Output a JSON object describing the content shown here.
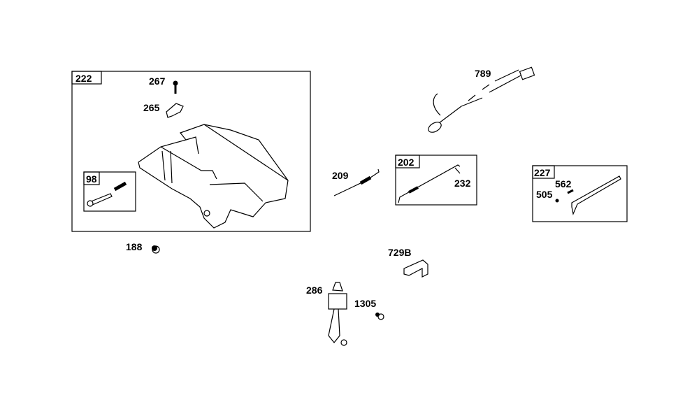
{
  "diagram": {
    "groups": [
      {
        "id": "222",
        "label": "222",
        "parts": [
          "267",
          "265"
        ]
      },
      {
        "id": "98",
        "label": "98"
      },
      {
        "id": "202",
        "label": "202",
        "parts": [
          "232"
        ]
      },
      {
        "id": "227",
        "label": "227",
        "parts": [
          "562",
          "505"
        ]
      }
    ],
    "callouts": {
      "p267": "267",
      "p265": "265",
      "p188": "188",
      "p789": "789",
      "p209": "209",
      "p232": "232",
      "p562": "562",
      "p505": "505",
      "p729B": "729B",
      "p286": "286",
      "p1305": "1305"
    }
  }
}
